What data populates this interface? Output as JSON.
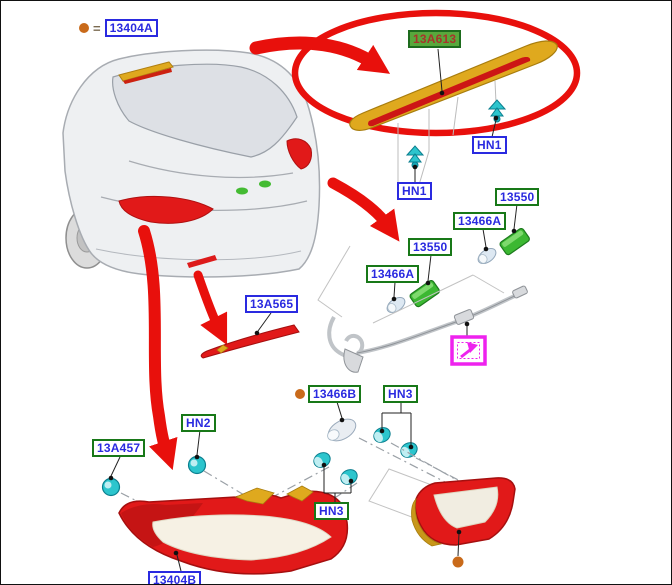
{
  "diagram": {
    "title": "rear-lamps-exploded-parts-diagram",
    "legend": {
      "bullet_symbol": "orange-dot",
      "equals": "=",
      "part_number": "13404A"
    },
    "labels": {
      "chmsl": "13A613",
      "hn1_upper": "HN1",
      "hn1_lower": "HN1",
      "lamp_13550_right": "13550",
      "socket_13466A_right": "13466A",
      "lamp_13550_left": "13550",
      "socket_13466A_left": "13466A",
      "reflector": "13A565",
      "bulb_13466B": "13466B",
      "hn3_upper": "HN3",
      "hn2": "HN2",
      "grommet_13A457": "13A457",
      "hn3_lower": "HN3",
      "outer_lamp": "13404B"
    },
    "icons": {
      "detail_box": "northeast-arrow-icon",
      "legend_marker": "orange-bullet-icon"
    },
    "colors": {
      "accent_red": "#e8100c",
      "highlight_label_bg": "#58a83c",
      "highlight_label_text": "#a8342a",
      "label_blue": "#2a2ae0",
      "label_green_border": "#187818",
      "magenta": "#ee22ee",
      "cyan_fastener": "#2cc5cd",
      "gold_part": "#dfa91e",
      "green_lamp": "#3cb832",
      "orange_bullet": "#c96a1a",
      "car_body": "#eef0f2"
    }
  }
}
